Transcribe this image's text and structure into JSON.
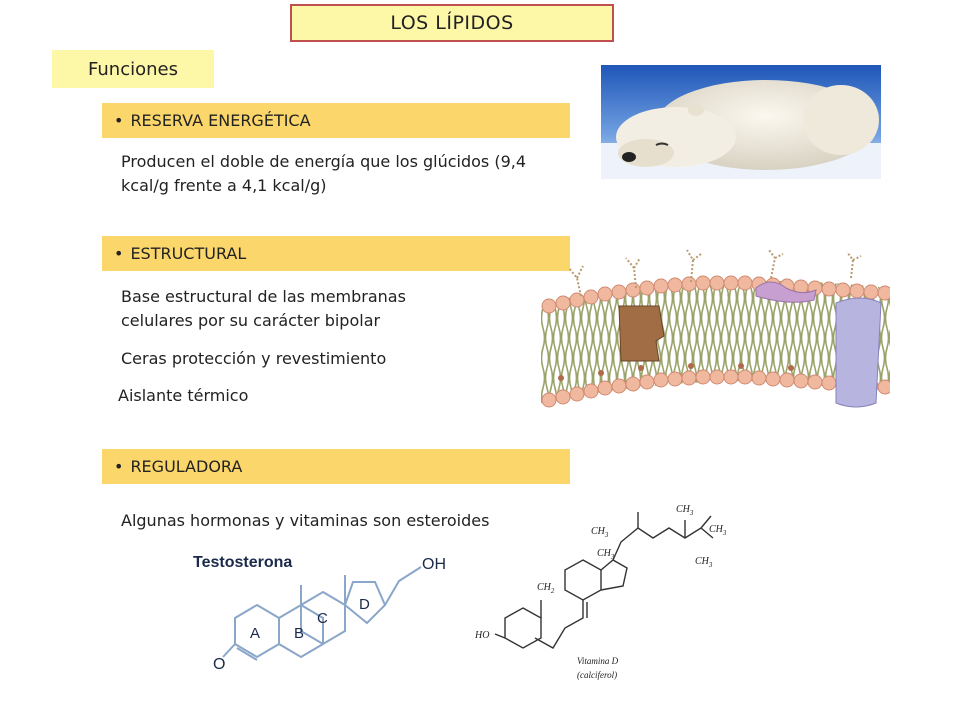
{
  "header": {
    "title": "LOS LÍPIDOS"
  },
  "section": {
    "label": "Funciones"
  },
  "bullet": "•",
  "categories": [
    {
      "label": "RESERVA ENERGÉTICA",
      "lines": [
        "Producen el doble de energía que los glúcidos (9,4 kcal/g frente a 4,1 kcal/g)"
      ]
    },
    {
      "label": "ESTRUCTURAL",
      "lines": [
        "Base estructural de las membranas celulares por su carácter bipolar",
        "Ceras protección y revestimiento",
        "Aislante térmico"
      ]
    },
    {
      "label": "REGULADORA",
      "lines": [
        "Algunas hormonas y vitaminas son esteroides"
      ]
    }
  ],
  "testosterone": {
    "title": "Testosterona",
    "oh": "OH",
    "oxygen": "O",
    "rings": [
      "A",
      "B",
      "C",
      "D"
    ]
  },
  "vitamin_d": {
    "ch3": "CH",
    "sub3": "3",
    "ch2": "CH",
    "sub2": "2",
    "ho": "HO",
    "caption1": "Vitamina D",
    "caption2": "(calciferol)"
  },
  "colors": {
    "title_bg": "#fdf7a8",
    "title_border": "#c0504d",
    "category_bg": "#fbd66b",
    "ring_stroke": "#8aa6c8"
  },
  "images": [
    "polar-bear-sleeping",
    "cell-membrane-bilayer"
  ]
}
